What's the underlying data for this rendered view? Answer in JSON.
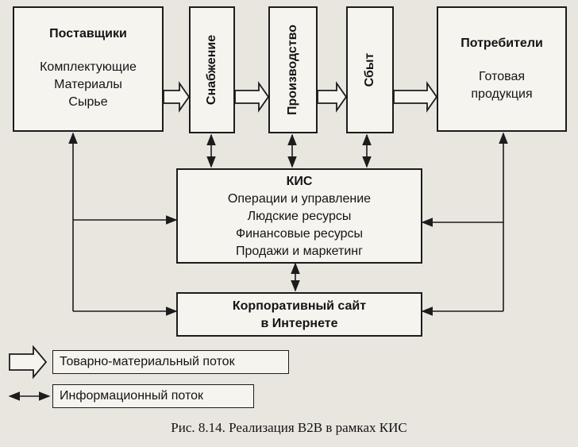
{
  "suppliers": {
    "title": "Поставщики",
    "items": [
      "Комплектующие",
      "Материалы",
      "Сырье"
    ]
  },
  "stages": [
    "Снабжение",
    "Производство",
    "Сбыт"
  ],
  "consumers": {
    "title": "Потребители",
    "items": [
      "Готовая",
      "продукция"
    ]
  },
  "kis": {
    "title": "КИС",
    "items": [
      "Операции и управление",
      "Людские ресурсы",
      "Финансовые ресурсы",
      "Продажи и маркетинг"
    ]
  },
  "website": {
    "line1": "Корпоративный сайт",
    "line2": "в Интернете"
  },
  "legend": {
    "material_flow": "Товарно-материальный поток",
    "info_flow": "Информационный поток"
  },
  "caption": "Рис. 8.14. Реализация B2B в рамках КИС"
}
